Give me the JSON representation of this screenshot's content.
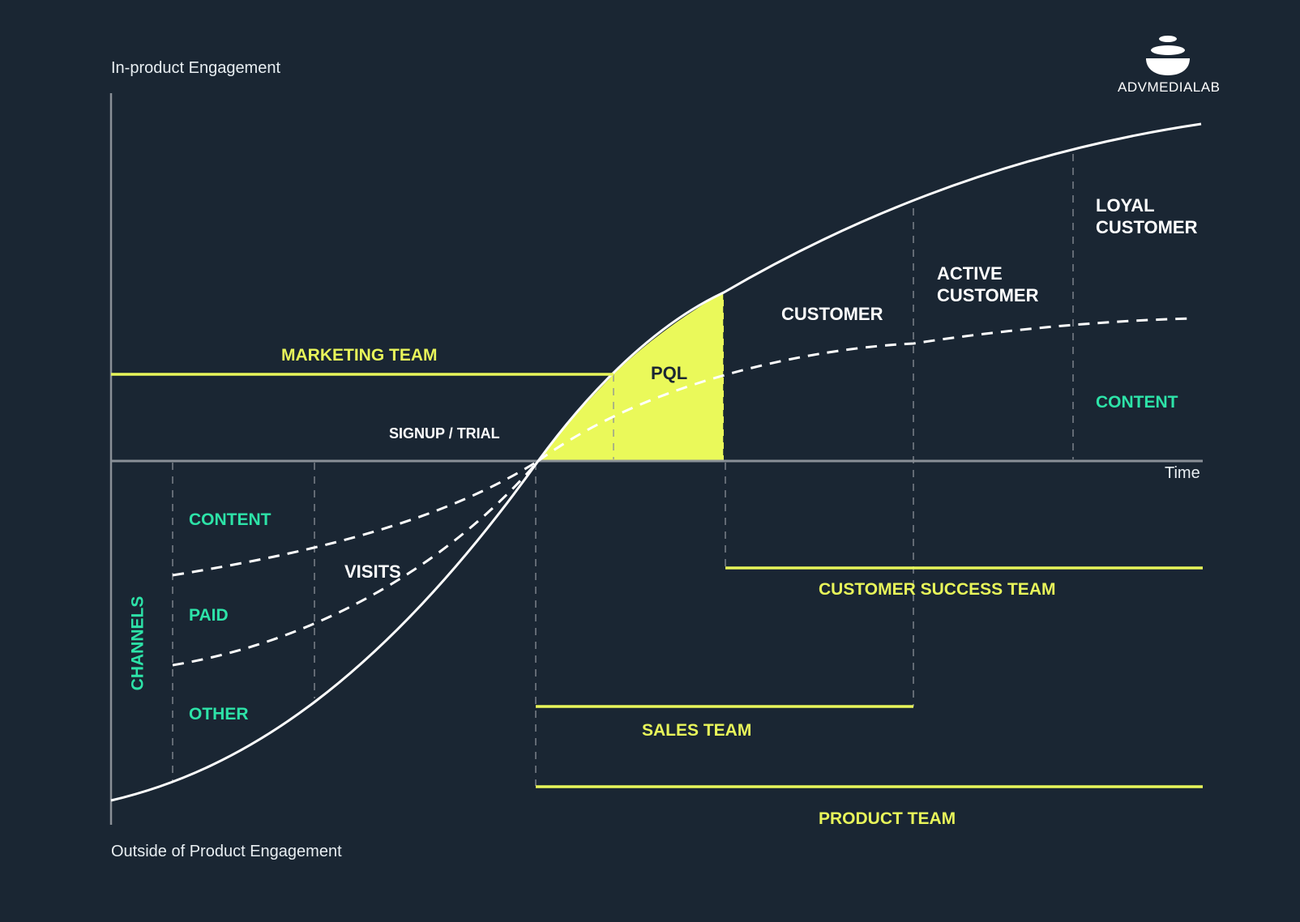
{
  "brand": {
    "name": "ADVMEDIALAB",
    "icon": "stacked-stones-logo-icon"
  },
  "axes": {
    "y_top_label": "In-product Engagement",
    "y_bottom_label": "Outside of Product Engagement",
    "x_label": "Time"
  },
  "stages": {
    "visits": "VISITS",
    "signup": "SIGNUP / TRIAL",
    "pql": "PQL",
    "customer": "CUSTOMER",
    "active_line1": "ACTIVE",
    "active_line2": "CUSTOMER",
    "loyal_line1": "LOYAL",
    "loyal_line2": "CUSTOMER"
  },
  "channels": {
    "title": "CHANNELS",
    "items": [
      "CONTENT",
      "PAID",
      "OTHER"
    ]
  },
  "right_content": "CONTENT",
  "teams": {
    "marketing": "MARKETING TEAM",
    "customer_success": "CUSTOMER SUCCESS TEAM",
    "sales": "SALES TEAM",
    "product": "PRODUCT TEAM"
  },
  "colors": {
    "background": "#1a2633",
    "accent_yellow": "#e8f55a",
    "accent_green": "#2de3a8",
    "curve": "#ffffff",
    "axis": "#8a9097"
  }
}
